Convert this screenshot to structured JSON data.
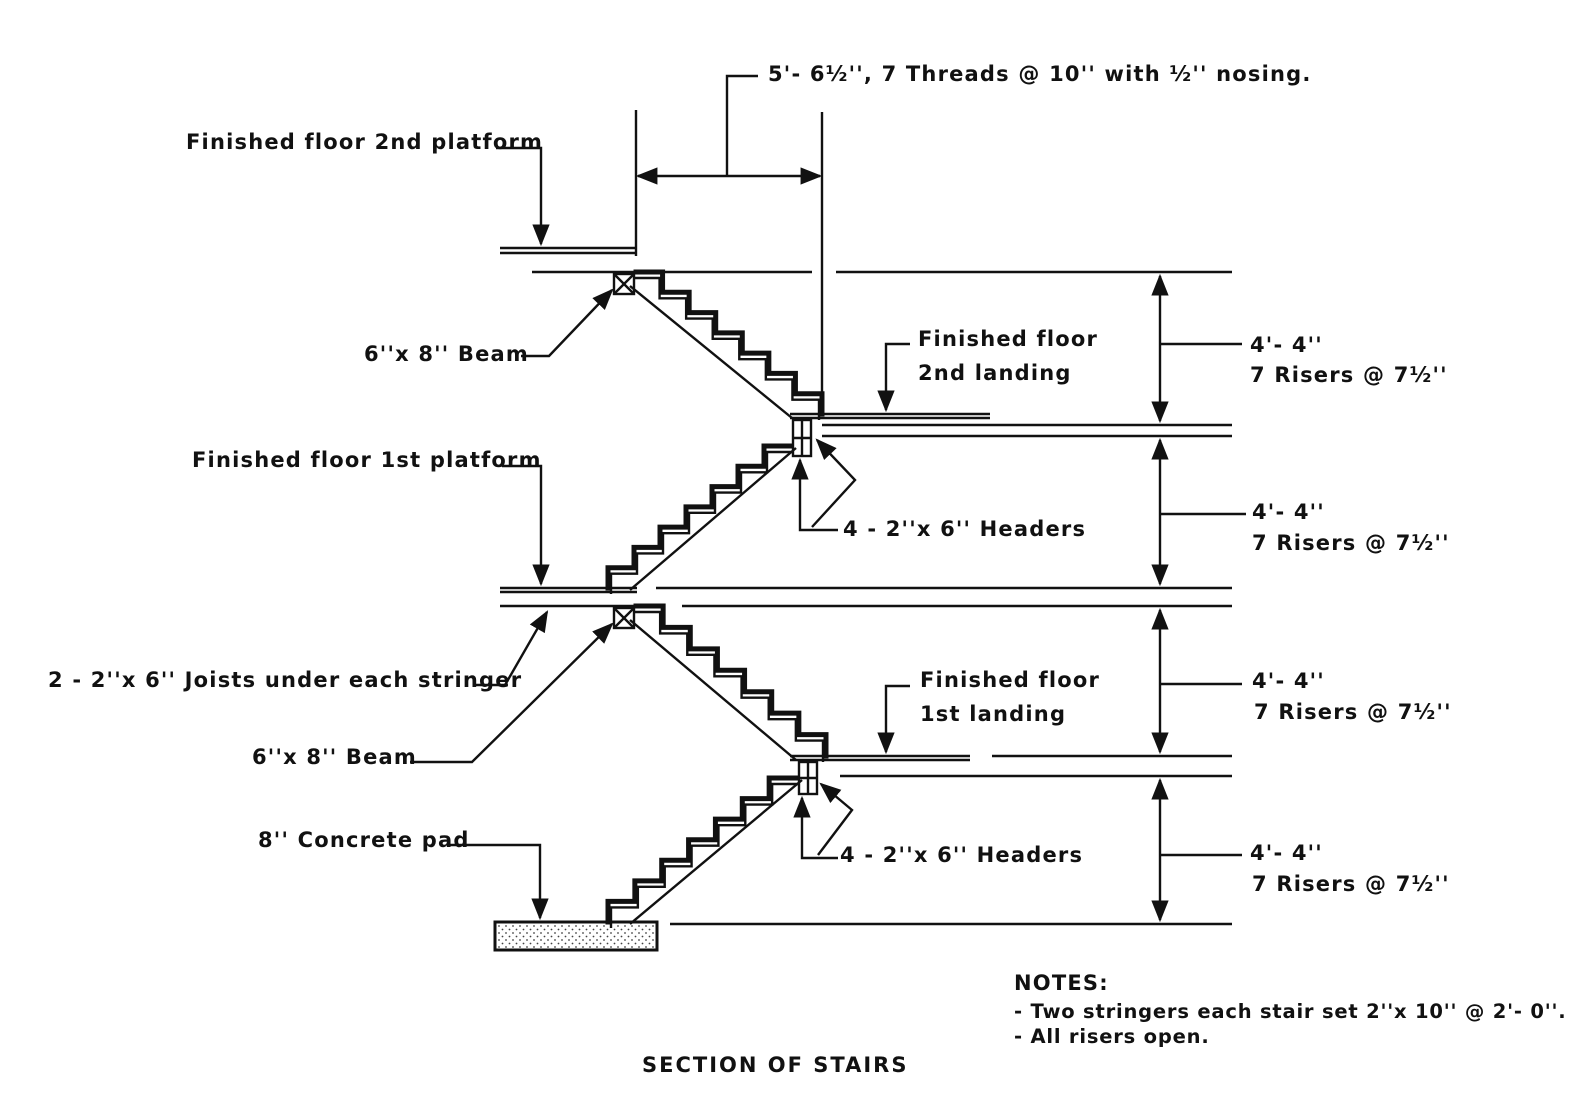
{
  "diagram": {
    "title": "SECTION OF STAIRS",
    "labels": {
      "run_dimension": "5'- 6½'', 7 Threads @ 10'' with ½'' nosing.",
      "ff_2nd_platform": "Finished floor 2nd platform",
      "beam_upper": "6''x 8'' Beam",
      "ff_2nd_landing_line1": "Finished floor",
      "ff_2nd_landing_line2": "2nd landing",
      "ff_1st_platform": "Finished floor 1st platform",
      "headers_upper": "4 - 2''x 6'' Headers",
      "joists": "2 - 2''x 6'' Joists under each stringer",
      "ff_1st_landing_line1": "Finished floor",
      "ff_1st_landing_line2": "1st landing",
      "beam_lower": "6''x 8'' Beam",
      "concrete_pad": "8'' Concrete pad",
      "headers_lower": "4 - 2''x 6'' Headers"
    },
    "rise_dimensions": [
      {
        "height": "4'- 4''",
        "risers": "7 Risers @ 7½''"
      },
      {
        "height": "4'- 4''",
        "risers": "7 Risers @ 7½''"
      },
      {
        "height": "4'- 4''",
        "risers": "7 Risers @ 7½''"
      },
      {
        "height": "4'- 4''",
        "risers": "7 Risers @ 7½''"
      }
    ],
    "notes": {
      "heading": "NOTES:",
      "items": [
        "- Two stringers each stair set 2''x 10'' @ 2'- 0''.",
        "- All risers open."
      ]
    }
  }
}
